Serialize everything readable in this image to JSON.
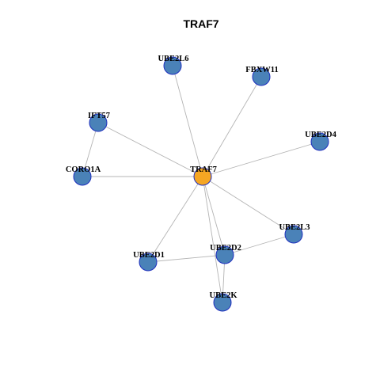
{
  "title": "TRAF7",
  "colors": {
    "hub": "#f5a623",
    "node": "#4a82b8",
    "node_border": "#1f2fbf",
    "edge": "#b4b4b4"
  },
  "nodes": [
    {
      "id": "TRAF7",
      "label": "TRAF7",
      "hub": true
    },
    {
      "id": "UBE2L6",
      "label": "UBE2L6"
    },
    {
      "id": "FBXW11",
      "label": "FBXW11"
    },
    {
      "id": "IFT57",
      "label": "IFT57"
    },
    {
      "id": "UBE2D4",
      "label": "UBE2D4"
    },
    {
      "id": "CORO1A",
      "label": "CORO1A"
    },
    {
      "id": "UBE2L3",
      "label": "UBE2L3"
    },
    {
      "id": "UBE2D2",
      "label": "UBE2D2"
    },
    {
      "id": "UBE2D1",
      "label": "UBE2D1"
    },
    {
      "id": "UBE2K",
      "label": "UBE2K"
    }
  ],
  "edges": [
    [
      "TRAF7",
      "UBE2L6"
    ],
    [
      "TRAF7",
      "FBXW11"
    ],
    [
      "TRAF7",
      "IFT57"
    ],
    [
      "TRAF7",
      "UBE2D4"
    ],
    [
      "TRAF7",
      "CORO1A"
    ],
    [
      "TRAF7",
      "UBE2L3"
    ],
    [
      "TRAF7",
      "UBE2D2"
    ],
    [
      "TRAF7",
      "UBE2D1"
    ],
    [
      "TRAF7",
      "UBE2K"
    ],
    [
      "IFT57",
      "CORO1A"
    ],
    [
      "UBE2D2",
      "UBE2L3"
    ],
    [
      "UBE2D2",
      "UBE2D1"
    ],
    [
      "UBE2D2",
      "UBE2K"
    ]
  ]
}
